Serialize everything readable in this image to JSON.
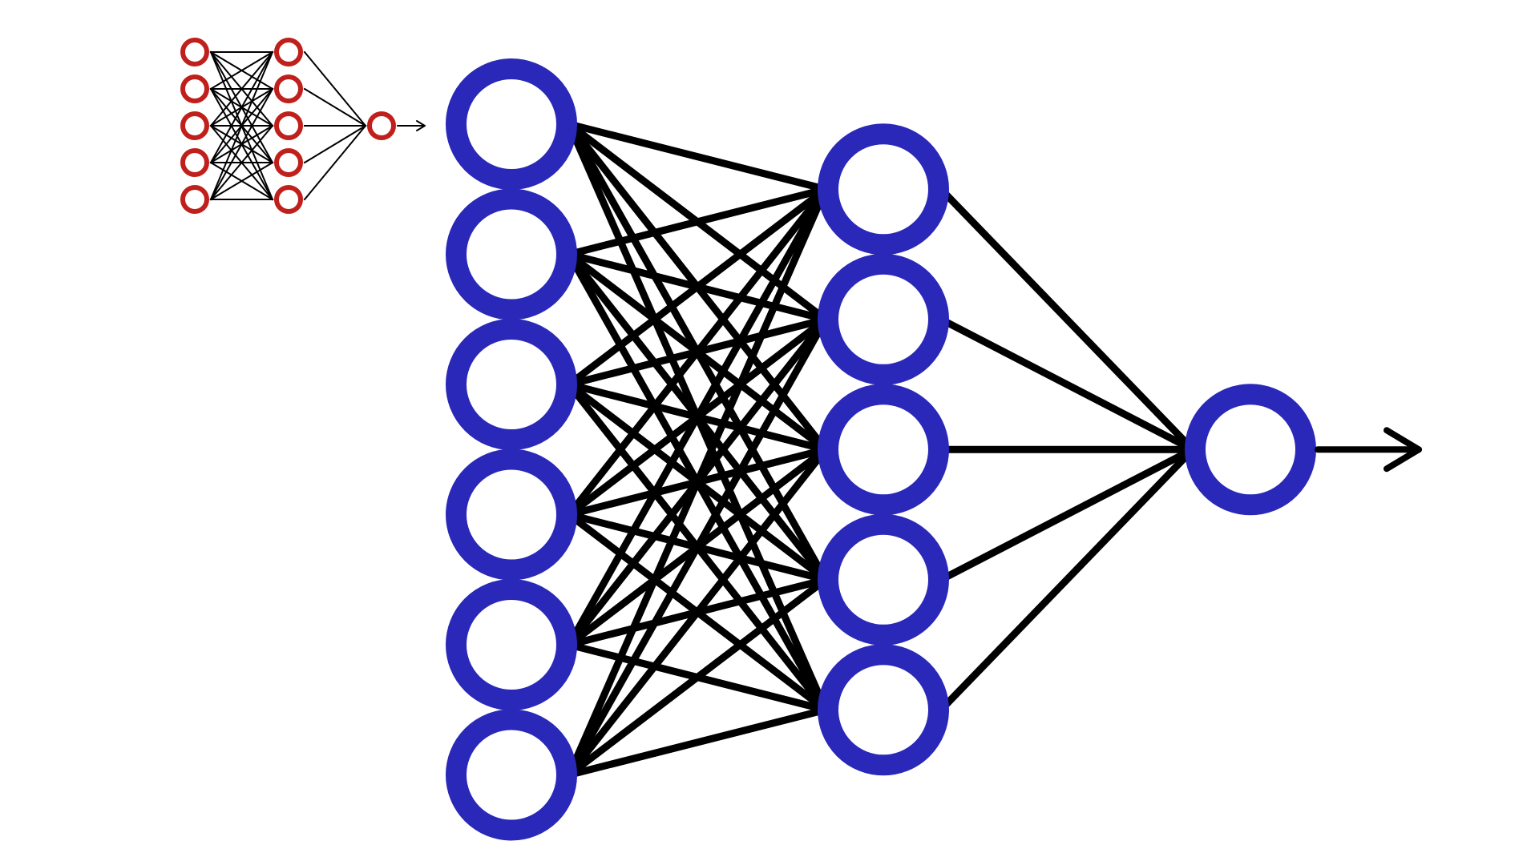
{
  "diagrams": [
    {
      "id": "small",
      "layers": [
        5,
        5,
        1
      ],
      "node_color": "#c0201c",
      "edge_color": "#000000",
      "connection": "fully-connected",
      "output_arrow": true
    },
    {
      "id": "large",
      "layers": [
        6,
        5,
        1
      ],
      "node_color": "#2a28b8",
      "edge_color": "#000000",
      "connection": "fully-connected",
      "output_arrow": true
    }
  ]
}
